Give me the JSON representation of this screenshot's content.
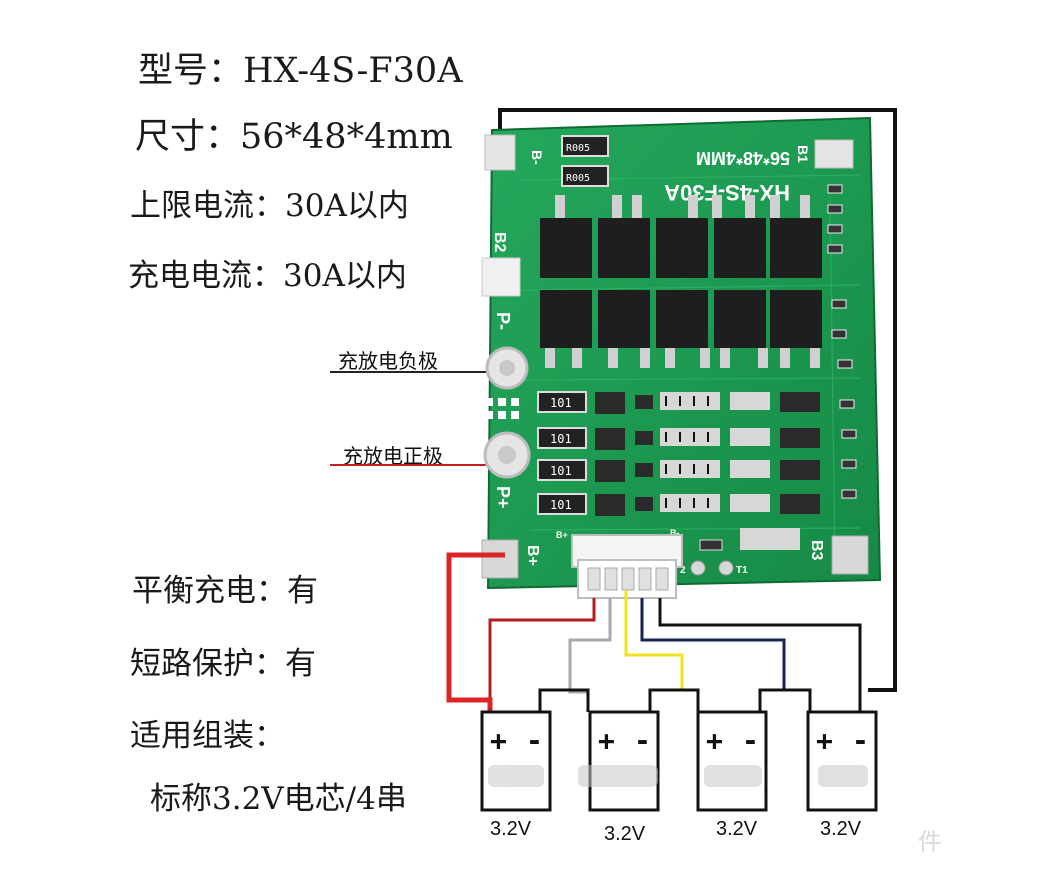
{
  "specs": {
    "model": "型号：HX-4S-F30A",
    "size": "尺寸：56*48*4mm",
    "max_current": "上限电流：30A以内",
    "charge_current": "充电电流：30A以内",
    "balance": "平衡充电：有",
    "short_protect": "短路保护：有",
    "applicable": "适用组装：",
    "nominal": "标称3.2V电芯/4串"
  },
  "callouts": {
    "negative": "充放电负极",
    "positive": "充放电正极"
  },
  "pcb": {
    "silkscreen": "HX-4S-F30A",
    "dims": "56*48*4MM",
    "resistor_top": "R005",
    "resistor_mid": "R005",
    "resistors_101": [
      "101",
      "101",
      "101",
      "101"
    ],
    "pad_b_minus": "B-",
    "pad_b1": "B1",
    "pad_b2": "B2",
    "pad_b3": "B3",
    "pad_p_minus": "P-",
    "pad_p_plus": "P+",
    "pad_b_plus": "B+",
    "conn_b_plus": "B+",
    "conn_b_minus": "B-",
    "t1": "T1",
    "t2": "2"
  },
  "cells": [
    {
      "pos": "+",
      "neg": "-",
      "voltage": "3.2V"
    },
    {
      "pos": "+",
      "neg": "-",
      "voltage": "3.2V"
    },
    {
      "pos": "+",
      "neg": "-",
      "voltage": "3.2V"
    },
    {
      "pos": "+",
      "neg": "-",
      "voltage": "3.2V"
    }
  ],
  "watermark": "件",
  "colors": {
    "pcb_green": "#1f9a52",
    "pcb_dark": "#137a3c",
    "wire_red": "#d92525",
    "wire_black": "#111111",
    "wire_gray": "#a8a8a8",
    "wire_yellow": "#f2e21b",
    "wire_navy": "#1a2350",
    "callout_line": "#c41e1e"
  }
}
